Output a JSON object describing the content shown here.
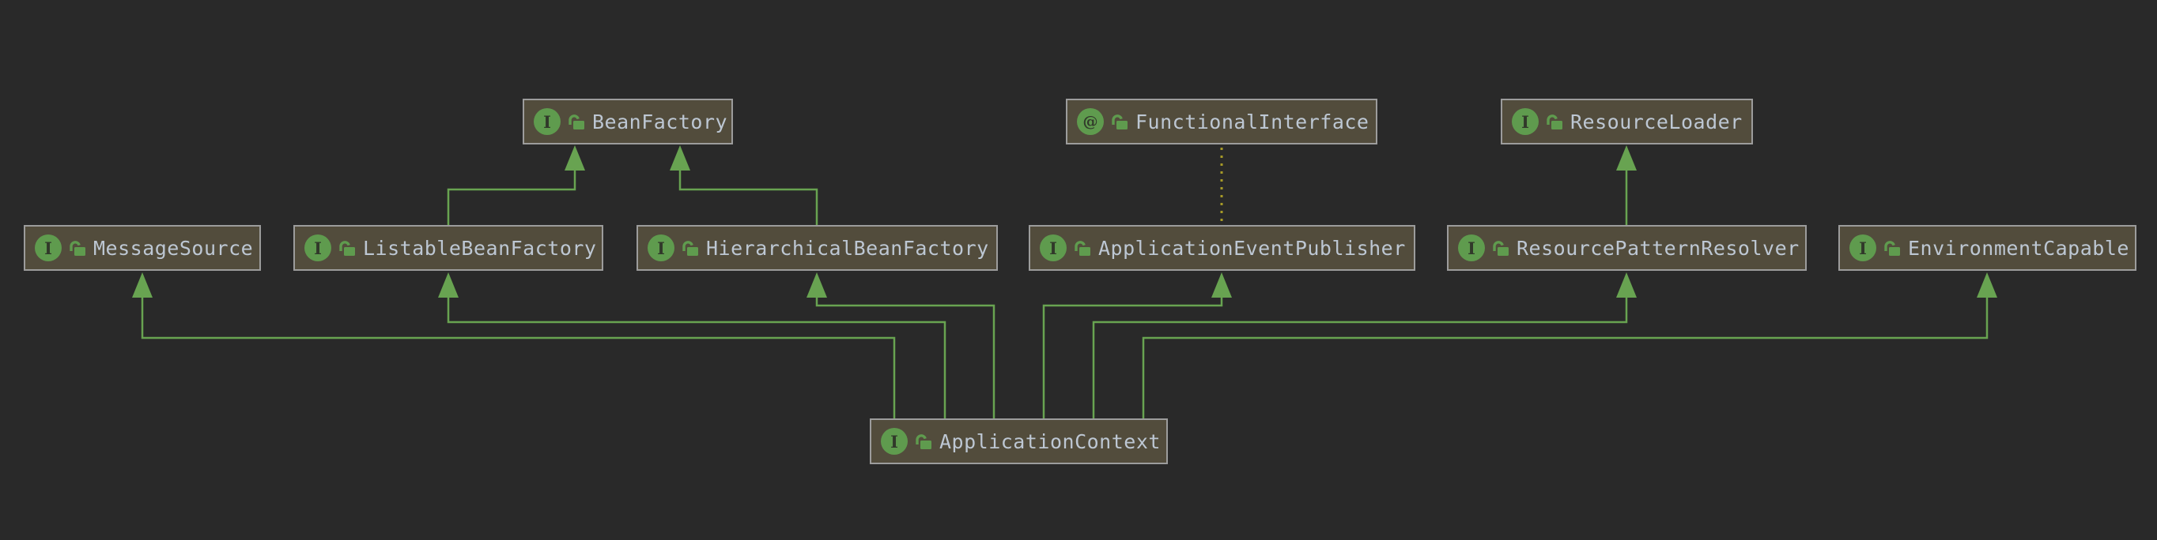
{
  "diagram": {
    "type": "uml-interface-hierarchy",
    "theme": "darcula"
  },
  "glyphs": {
    "interface": "I",
    "annotation": "@"
  },
  "colors": {
    "canvas_bg": "#292929",
    "node_fill": "#524C3C",
    "node_border": "#9C9C9C",
    "label_text": "#BDC7D3",
    "icon_green": "#5F9B4E",
    "edge_green": "#68A351",
    "annotation_edge_yellow": "#A79A28"
  },
  "nodes": {
    "bean_factory": {
      "label": "BeanFactory",
      "kind": "interface"
    },
    "functional_interface": {
      "label": "FunctionalInterface",
      "kind": "annotation"
    },
    "resource_loader": {
      "label": "ResourceLoader",
      "kind": "interface"
    },
    "message_source": {
      "label": "MessageSource",
      "kind": "interface"
    },
    "listable_bean_factory": {
      "label": "ListableBeanFactory",
      "kind": "interface"
    },
    "hierarchical_bean_factory": {
      "label": "HierarchicalBeanFactory",
      "kind": "interface"
    },
    "application_event_publisher": {
      "label": "ApplicationEventPublisher",
      "kind": "interface"
    },
    "resource_pattern_resolver": {
      "label": "ResourcePatternResolver",
      "kind": "interface"
    },
    "environment_capable": {
      "label": "EnvironmentCapable",
      "kind": "interface"
    },
    "application_context": {
      "label": "ApplicationContext",
      "kind": "interface"
    }
  },
  "edges": [
    {
      "from": "listable_bean_factory",
      "to": "bean_factory",
      "type": "extends",
      "style": "solid"
    },
    {
      "from": "hierarchical_bean_factory",
      "to": "bean_factory",
      "type": "extends",
      "style": "solid"
    },
    {
      "from": "resource_pattern_resolver",
      "to": "resource_loader",
      "type": "extends",
      "style": "solid"
    },
    {
      "from": "application_event_publisher",
      "to": "functional_interface",
      "type": "annotation",
      "style": "dotted"
    },
    {
      "from": "application_context",
      "to": "message_source",
      "type": "extends",
      "style": "solid"
    },
    {
      "from": "application_context",
      "to": "listable_bean_factory",
      "type": "extends",
      "style": "solid"
    },
    {
      "from": "application_context",
      "to": "hierarchical_bean_factory",
      "type": "extends",
      "style": "solid"
    },
    {
      "from": "application_context",
      "to": "application_event_publisher",
      "type": "extends",
      "style": "solid"
    },
    {
      "from": "application_context",
      "to": "resource_pattern_resolver",
      "type": "extends",
      "style": "solid"
    },
    {
      "from": "application_context",
      "to": "environment_capable",
      "type": "extends",
      "style": "solid"
    }
  ]
}
